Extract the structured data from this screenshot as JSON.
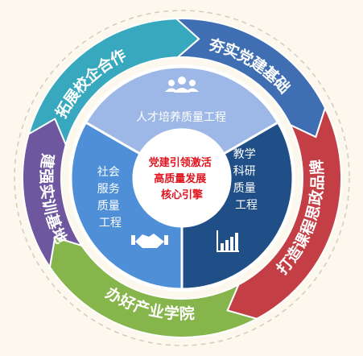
{
  "core": {
    "lines": [
      "党建引领激活",
      "高质量发展",
      "核心引擎"
    ],
    "text_color": "#e0141e"
  },
  "inner_ring": [
    {
      "key": "talent",
      "lines": [
        "人才培养质量工程"
      ],
      "color": "#9db8e6",
      "icon": "people-icon"
    },
    {
      "key": "teaching",
      "lines": [
        "教学",
        "科研",
        "质量",
        "工程"
      ],
      "color": "#1f4f86",
      "icon": "bar-chart-icon"
    },
    {
      "key": "service",
      "lines": [
        "社会",
        "服务",
        "质量",
        "工程"
      ],
      "color": "#4f8fd8",
      "icon": "handshake-icon"
    }
  ],
  "outer_ring": [
    {
      "key": "school-enterprise",
      "label": "拓展校企合作",
      "color": "#37a8bd"
    },
    {
      "key": "foundation",
      "label": "夯实党建基础",
      "color": "#3f6fb2"
    },
    {
      "key": "brand",
      "label": "打造课程思政品牌",
      "color": "#c33f45"
    },
    {
      "key": "industry-college",
      "label": "办好产业学院",
      "color": "#86b54b"
    },
    {
      "key": "training-base",
      "label": "建强实训基地",
      "color": "#6f57a0"
    }
  ],
  "background_color": "#fdf8ee"
}
